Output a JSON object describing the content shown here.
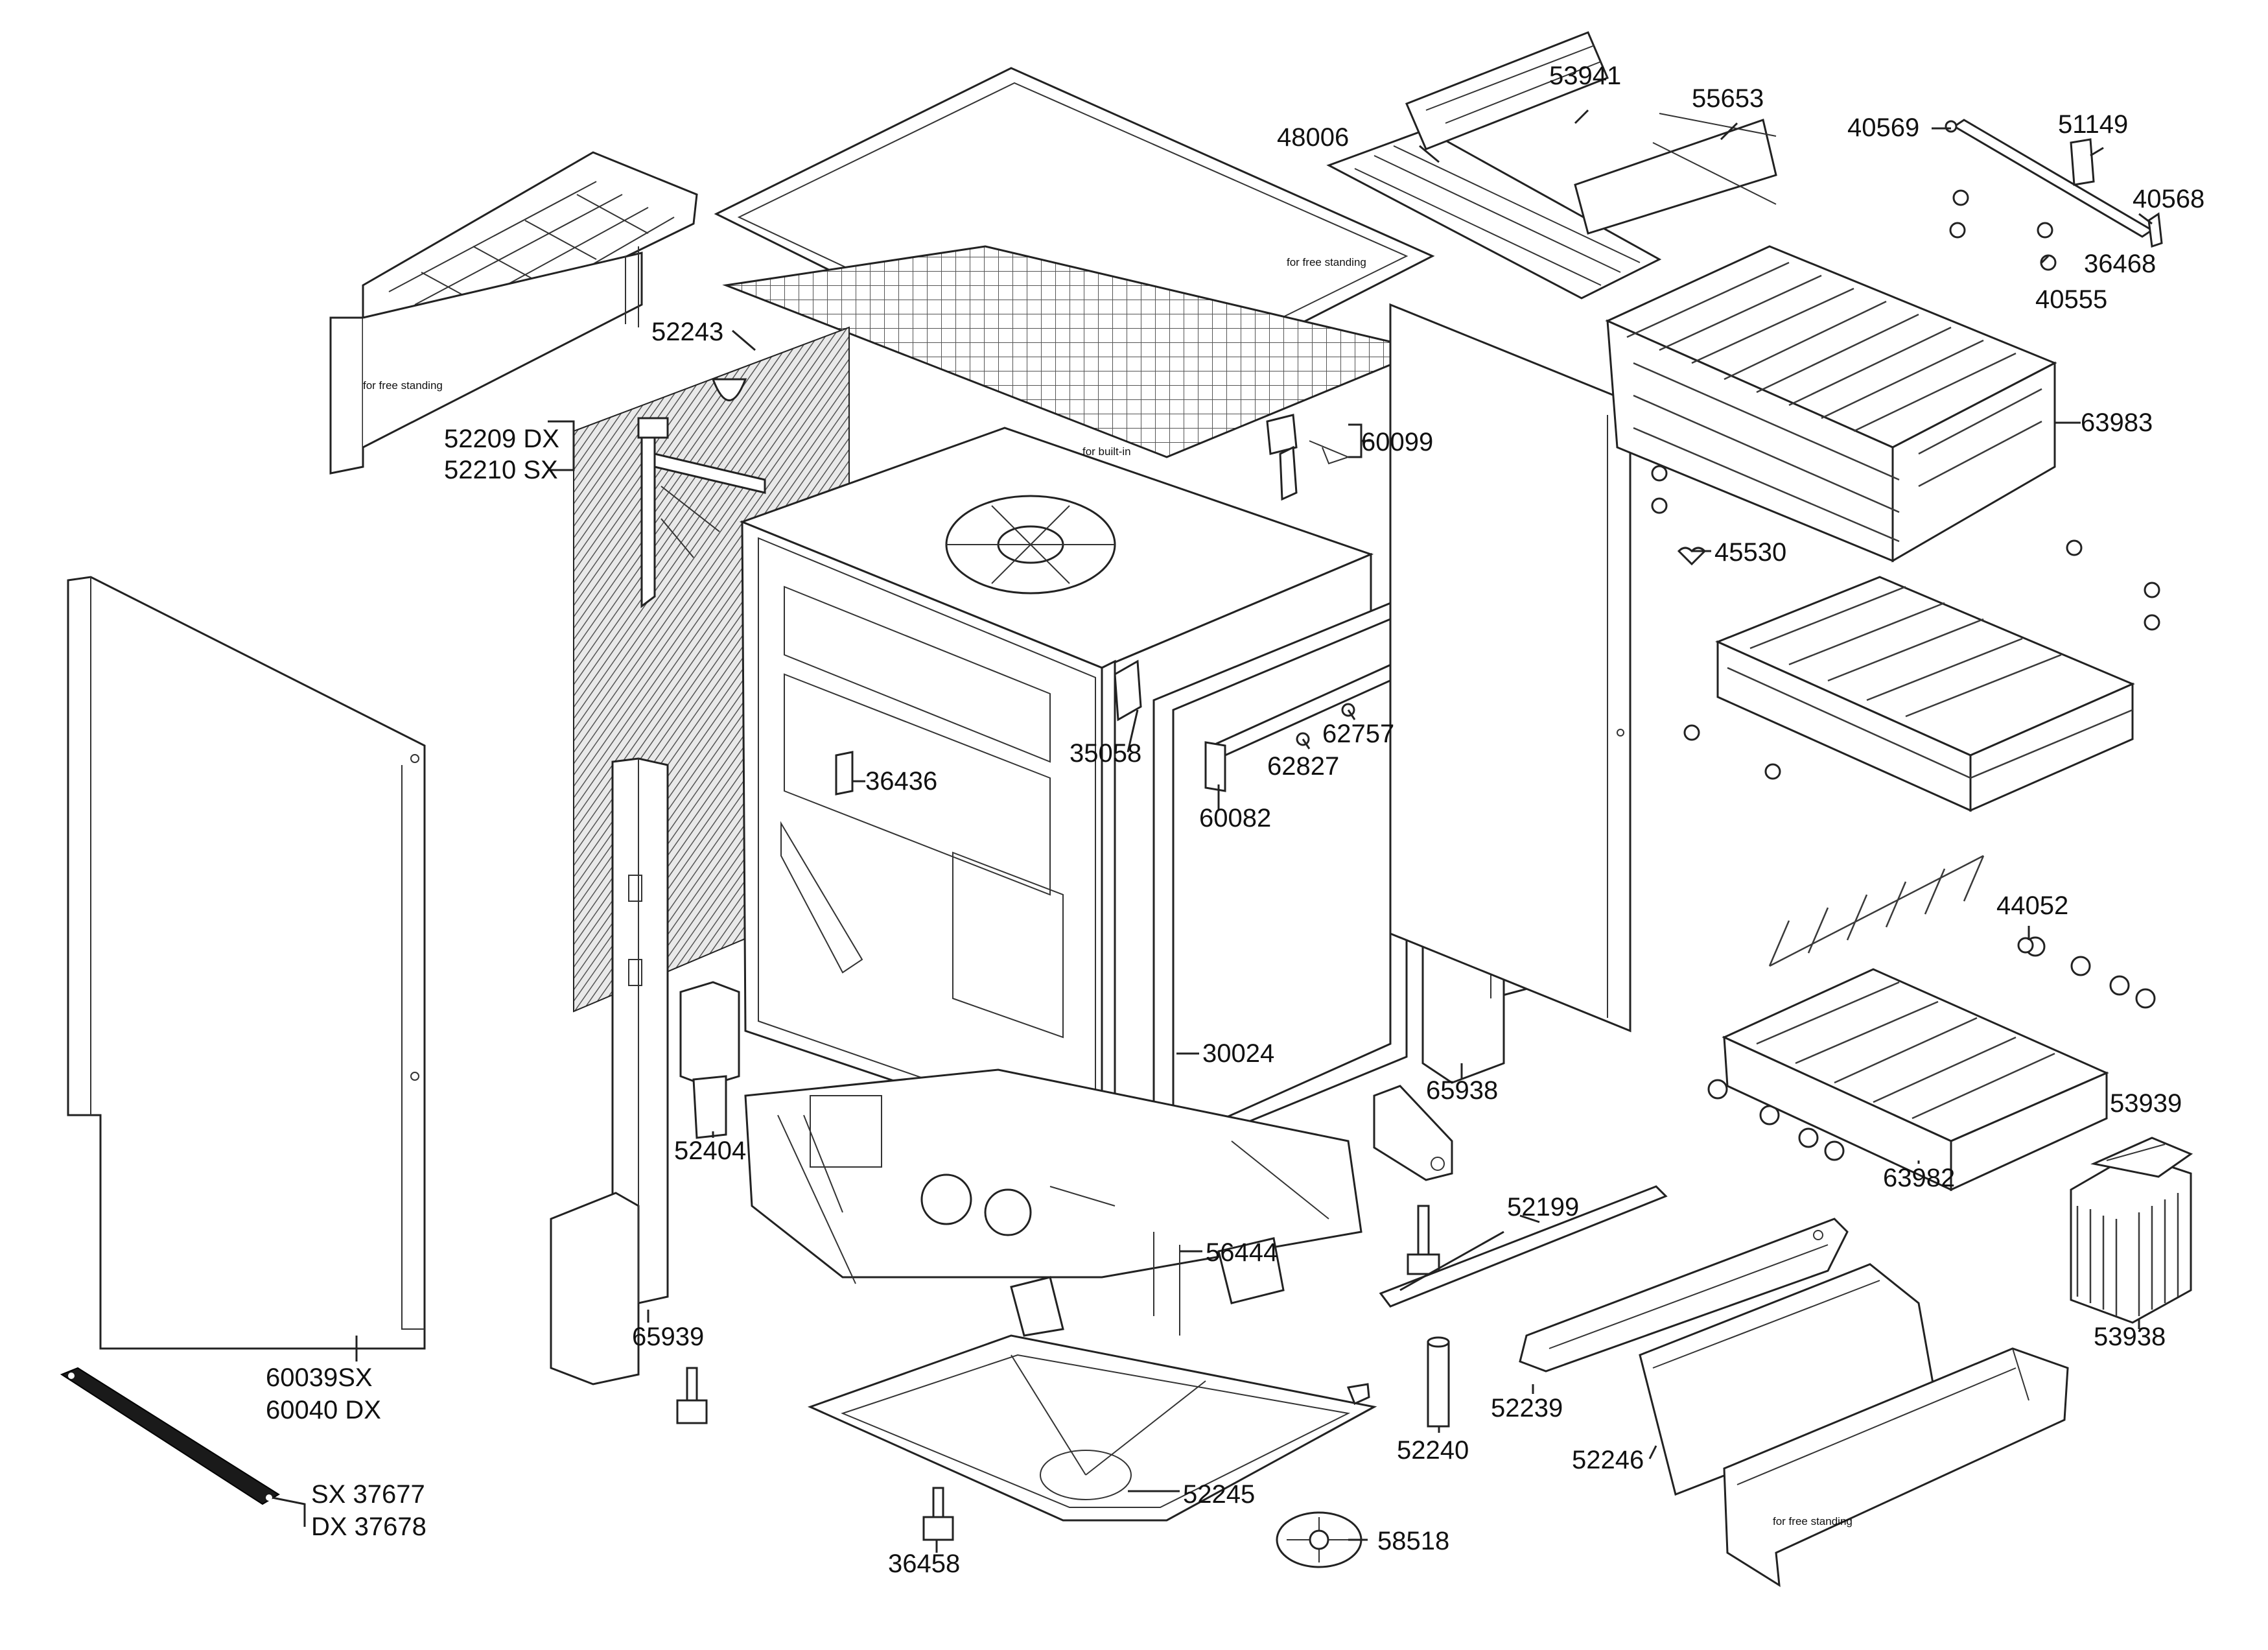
{
  "diagram": {
    "parts": [
      {
        "id": "53941",
        "text": "53941"
      },
      {
        "id": "55653",
        "text": "55653"
      },
      {
        "id": "48006",
        "text": "48006"
      },
      {
        "id": "40569",
        "text": "40569"
      },
      {
        "id": "51149",
        "text": "51149"
      },
      {
        "id": "40568",
        "text": "40568"
      },
      {
        "id": "36468",
        "text": "36468"
      },
      {
        "id": "40555",
        "text": "40555"
      },
      {
        "id": "52243",
        "text": "52243"
      },
      {
        "id": "52209",
        "text": "52209 DX"
      },
      {
        "id": "52210",
        "text": "52210 SX"
      },
      {
        "id": "60099",
        "text": "60099"
      },
      {
        "id": "63983",
        "text": "63983"
      },
      {
        "id": "45530",
        "text": "45530"
      },
      {
        "id": "36436",
        "text": "36436"
      },
      {
        "id": "35058",
        "text": "35058"
      },
      {
        "id": "62757",
        "text": "62757"
      },
      {
        "id": "62827",
        "text": "62827"
      },
      {
        "id": "60082",
        "text": "60082"
      },
      {
        "id": "44052",
        "text": "44052"
      },
      {
        "id": "30024",
        "text": "30024"
      },
      {
        "id": "65938",
        "text": "65938"
      },
      {
        "id": "52404",
        "text": "52404"
      },
      {
        "id": "63982",
        "text": "63982"
      },
      {
        "id": "53939",
        "text": "53939"
      },
      {
        "id": "52199",
        "text": "52199"
      },
      {
        "id": "56444",
        "text": "56444"
      },
      {
        "id": "65939",
        "text": "65939"
      },
      {
        "id": "53938",
        "text": "53938"
      },
      {
        "id": "60039",
        "text": "60039SX"
      },
      {
        "id": "60040",
        "text": "60040 DX"
      },
      {
        "id": "52239",
        "text": "52239"
      },
      {
        "id": "52240",
        "text": "52240"
      },
      {
        "id": "52246",
        "text": "52246"
      },
      {
        "id": "37677",
        "text": "SX 37677"
      },
      {
        "id": "37678",
        "text": "DX 37678"
      },
      {
        "id": "52245",
        "text": "52245"
      },
      {
        "id": "58518",
        "text": "58518"
      },
      {
        "id": "36458",
        "text": "36458"
      }
    ],
    "notes": {
      "free_standing_top": "for free standing",
      "free_standing_tray": "for free standing",
      "built_in": "for built-in",
      "free_standing_kick": "for free standing"
    }
  }
}
